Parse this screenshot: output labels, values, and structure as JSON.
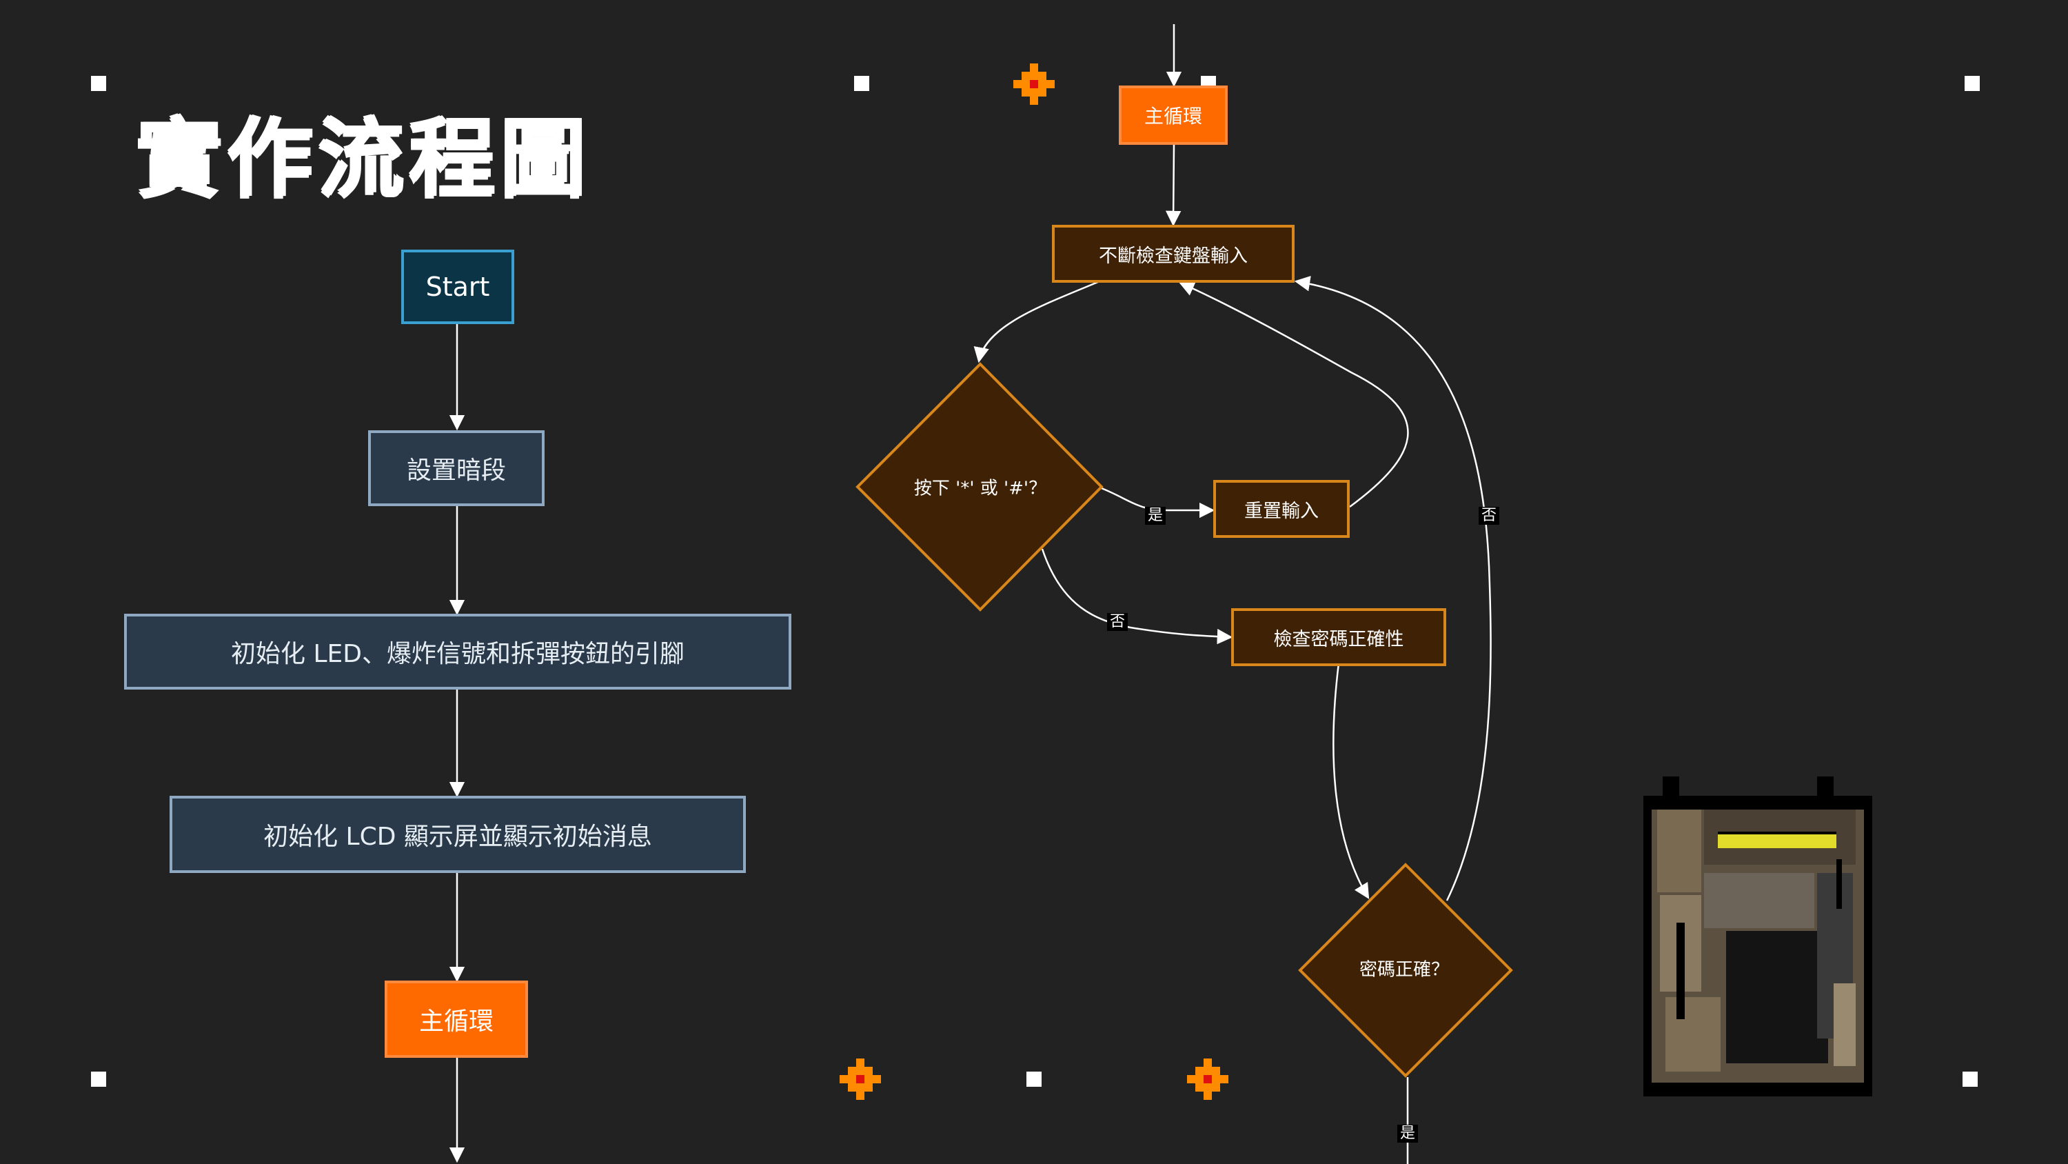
{
  "slide": {
    "title": "實作流程圖"
  },
  "left_flow": {
    "start": "Start",
    "step1": "設置暗段",
    "step2": "初始化 LED、爆炸信號和拆彈按鈕的引腳",
    "step3": "初始化 LCD 顯示屏並顯示初始消息",
    "main_loop": "主循環"
  },
  "right_flow": {
    "main_loop": "主循環",
    "check_keypad": "不斷檢查鍵盤輸入",
    "decision_key": "按下 '*' 或 '#'？",
    "reset_input": "重置輸入",
    "check_password": "檢查密碼正確性",
    "decision_password": "密碼正確？"
  },
  "edge_labels": {
    "key_yes": "是",
    "key_no": "否",
    "password_no": "否",
    "password_yes": "是"
  },
  "colors": {
    "background": "#222222",
    "start_fill": "#0b3446",
    "process_fill": "#2a3a4a",
    "loop_fill": "#ff6a00",
    "brown_fill": "#3f2106",
    "brown_border": "#d9861b"
  },
  "icons": {
    "sparkle": "orange-sparkle-icon",
    "bomb": "pixel-bomb-icon"
  }
}
